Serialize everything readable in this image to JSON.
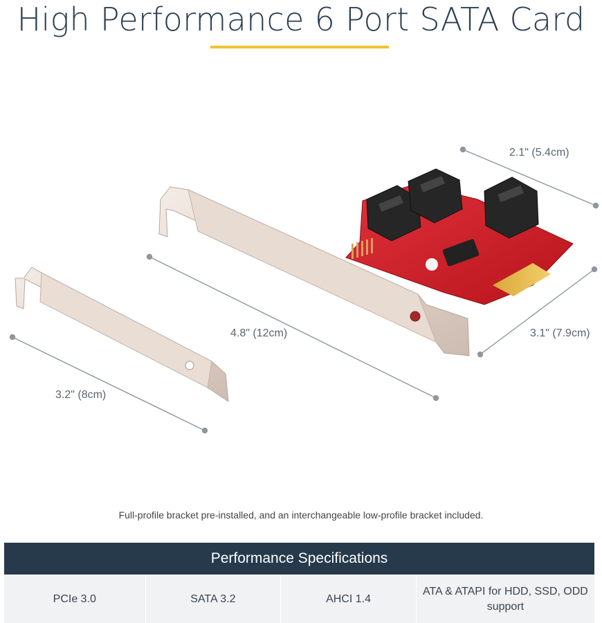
{
  "page": {
    "title": "High Performance 6 Port SATA Card",
    "accent_color": "#f2c230",
    "header_color": "#263a4c"
  },
  "dimensions": {
    "depth": "2.1\" (5.4cm)",
    "height": "3.1\" (7.9cm)",
    "length": "4.8\" (12cm)",
    "low_profile_length": "3.2\" (8cm)"
  },
  "caption": "Full-profile bracket pre-installed, and an interchangeable low-profile bracket included.",
  "specs": {
    "header": "Performance Specifications",
    "items": [
      "PCIe 3.0",
      "SATA 3.2",
      "AHCI 1.4",
      "ATA & ATAPI for HDD, SSD, ODD support"
    ]
  }
}
